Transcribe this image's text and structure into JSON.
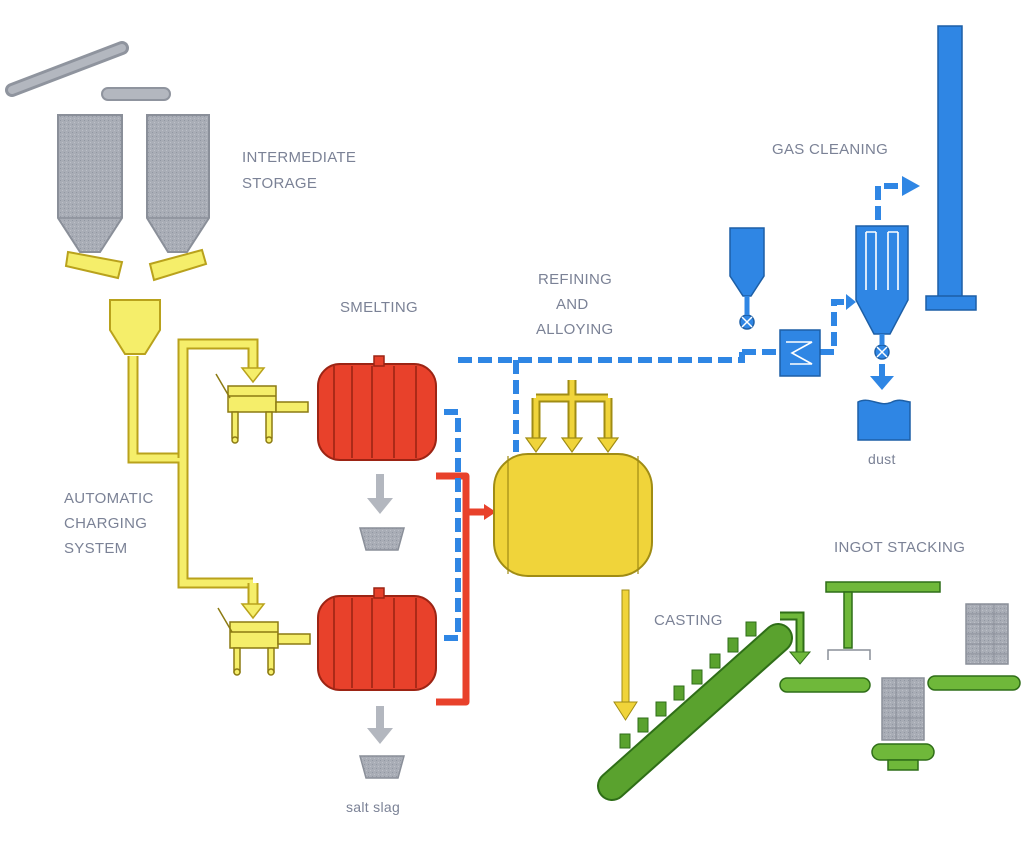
{
  "labels": {
    "intermediate_storage": [
      "INTERMEDIATE",
      "STORAGE"
    ],
    "smelting": "SMELTING",
    "refining_alloying": [
      "REFINING",
      "AND",
      "ALLOYING"
    ],
    "gas_cleaning": "GAS CLEANING",
    "automatic_charging": [
      "AUTOMATIC",
      "CHARGING",
      "SYSTEM"
    ],
    "dust": "dust",
    "casting": "CASTING",
    "ingot_stacking": "INGOT STACKING",
    "salt_slag": "salt slag"
  },
  "colors": {
    "feed_yellow": "#f5ee6a",
    "melt_yellow": "#f0d43a",
    "furnace_red": "#e8412b",
    "gas_blue": "#2f86e4",
    "conveyor_green": "#6fb83a",
    "silo_gray": "#a9adb6",
    "label_gray": "#7b8296"
  }
}
